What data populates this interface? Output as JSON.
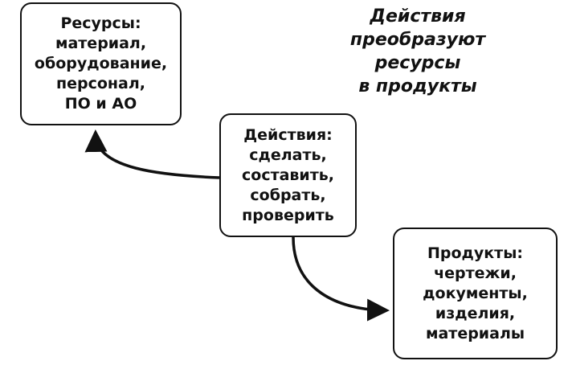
{
  "resources": {
    "title": "Ресурсы:",
    "lines": [
      "материал,",
      "оборудование,",
      "персонал,",
      "ПО и АО"
    ]
  },
  "actions": {
    "title": "Действия:",
    "lines": [
      "сделать,",
      "составить,",
      "собрать,",
      "проверить"
    ]
  },
  "products": {
    "title": "Продукты:",
    "lines": [
      "чертежи,",
      "документы,",
      "изделия,",
      "материалы"
    ]
  },
  "note": {
    "lines": [
      "Действия",
      "преобразуют",
      "ресурсы",
      "в продукты"
    ]
  }
}
